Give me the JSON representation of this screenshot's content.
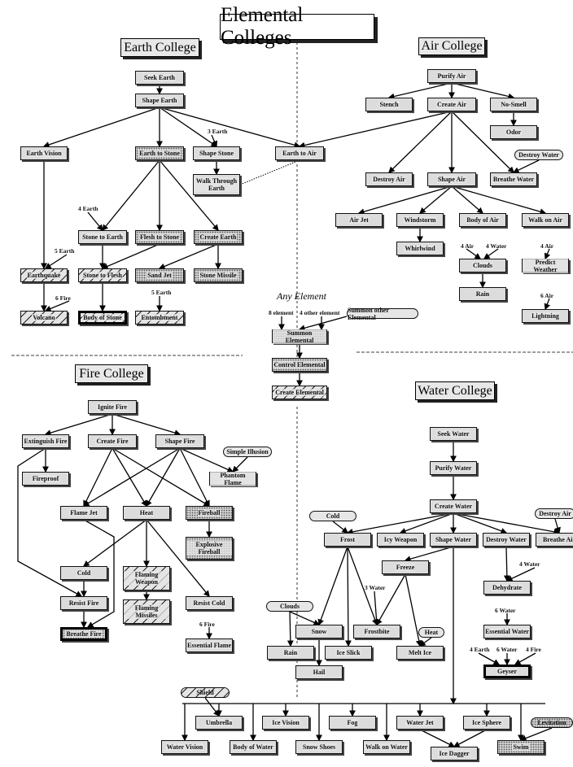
{
  "title": "Elemental Colleges",
  "colleges": {
    "earth": "Earth College",
    "air": "Air College",
    "fire": "Fire College",
    "water": "Water College",
    "any": "Any Element"
  },
  "nodes": {
    "seek_earth": "Seek Earth",
    "shape_earth": "Shape Earth",
    "earth_vision": "Earth Vision",
    "earth_to_stone": "Earth to Stone",
    "shape_stone": "Shape Stone",
    "earth_to_air": "Earth to Air",
    "walk_through_earth": "Walk Through Earth",
    "stone_to_earth": "Stone to Earth",
    "flesh_to_stone": "Flesh to Stone",
    "create_earth": "Create Earth",
    "earthquake": "Earthquake",
    "stone_to_flesh": "Stone to Flesh",
    "sand_jet": "Sand Jet",
    "stone_missile": "Stone Missile",
    "volcano": "Volcano",
    "body_of_stone": "Body of Stone",
    "entombment": "Entombment",
    "purify_air": "Purify Air",
    "stench": "Stench",
    "create_air": "Create Air",
    "no_smell": "No-Smell",
    "odor": "Odor",
    "destroy_air": "Destroy Air",
    "shape_air": "Shape Air",
    "breathe_water": "Breathe Water",
    "air_jet": "Air Jet",
    "windstorm": "Windstorm",
    "body_of_air": "Body of Air",
    "walk_on_air": "Walk on Air",
    "whirlwind": "Whirlwind",
    "clouds": "Clouds",
    "predict_weather": "Predict Weather",
    "rain_air": "Rain",
    "lightning": "Lightning",
    "summon_elemental": "Summon Elemental",
    "control_elemental": "Control Elemental",
    "create_elemental": "Create Elemental",
    "ignite_fire": "Ignite Fire",
    "extinguish_fire": "Extinguish Fire",
    "create_fire": "Create Fire",
    "shape_fire": "Shape Fire",
    "fireproof": "Fireproof",
    "phantom_flame": "Phantom Flame",
    "flame_jet": "Flame Jet",
    "heat": "Heat",
    "fireball": "Fireball",
    "explosive_fireball": "Explosive Fireball",
    "cold_fire": "Cold",
    "flaming_weapon": "Flaming Weapon",
    "flaming_missiles": "Flaming Missiles",
    "resist_fire": "Resist Fire",
    "resist_cold": "Resist Cold",
    "breathe_fire": "Breathe Fire",
    "essential_flame": "Essential Flame",
    "seek_water": "Seek Water",
    "purify_water": "Purify Water",
    "create_water": "Create Water",
    "frost": "Frost",
    "icy_weapon": "Icy Weapon",
    "shape_water": "Shape Water",
    "destroy_water": "Destroy Water",
    "breathe_air": "Breathe Air",
    "freeze": "Freeze",
    "dehydrate": "Dehydrate",
    "snow": "Snow",
    "frostbite": "Frostbite",
    "essential_water": "Essential Water",
    "rain_water": "Rain",
    "ice_slick": "Ice Slick",
    "melt_ice": "Melt Ice",
    "hail": "Hail",
    "geyser": "Geyser",
    "umbrella": "Umbrella",
    "ice_vision": "Ice Vision",
    "fog": "Fog",
    "water_jet": "Water Jet",
    "ice_sphere": "Ice Sphere",
    "water_vision": "Water Vision",
    "body_of_water": "Body of Water",
    "snow_shoes": "Snow Shoes",
    "walk_on_water": "Walk on Water",
    "ice_dagger": "Ice Dagger",
    "swim": "Swim"
  },
  "external": {
    "destroy_water_ext": "Destroy Water",
    "summon_other": "Summon other Elemental",
    "simple_illusion": "Simple Illusion",
    "cold_ext": "Cold",
    "destroy_air_ext": "Destroy Air",
    "clouds_ext": "Clouds",
    "heat_ext": "Heat",
    "shield_ext": "Shield",
    "levitation_ext": "Levitation"
  },
  "prereq_labels": {
    "three_earth": "3 Earth",
    "four_earth": "4 Earth",
    "five_earth_a": "5 Earth",
    "six_fire_a": "6 Fire",
    "five_earth_b": "5 Earth",
    "four_air_a": "4 Air",
    "four_water_a": "4 Water",
    "four_air_b": "4 Air",
    "six_air": "6 Air",
    "eight_element": "8 element",
    "four_other_element": "4 other element",
    "six_fire_b": "6 Fire",
    "four_water_b": "4 Water",
    "three_water": "3 Water",
    "six_water_a": "6 Water",
    "four_earth_b": "4 Earth",
    "six_water_b": "6 Water",
    "four_fire": "4 Fire"
  }
}
